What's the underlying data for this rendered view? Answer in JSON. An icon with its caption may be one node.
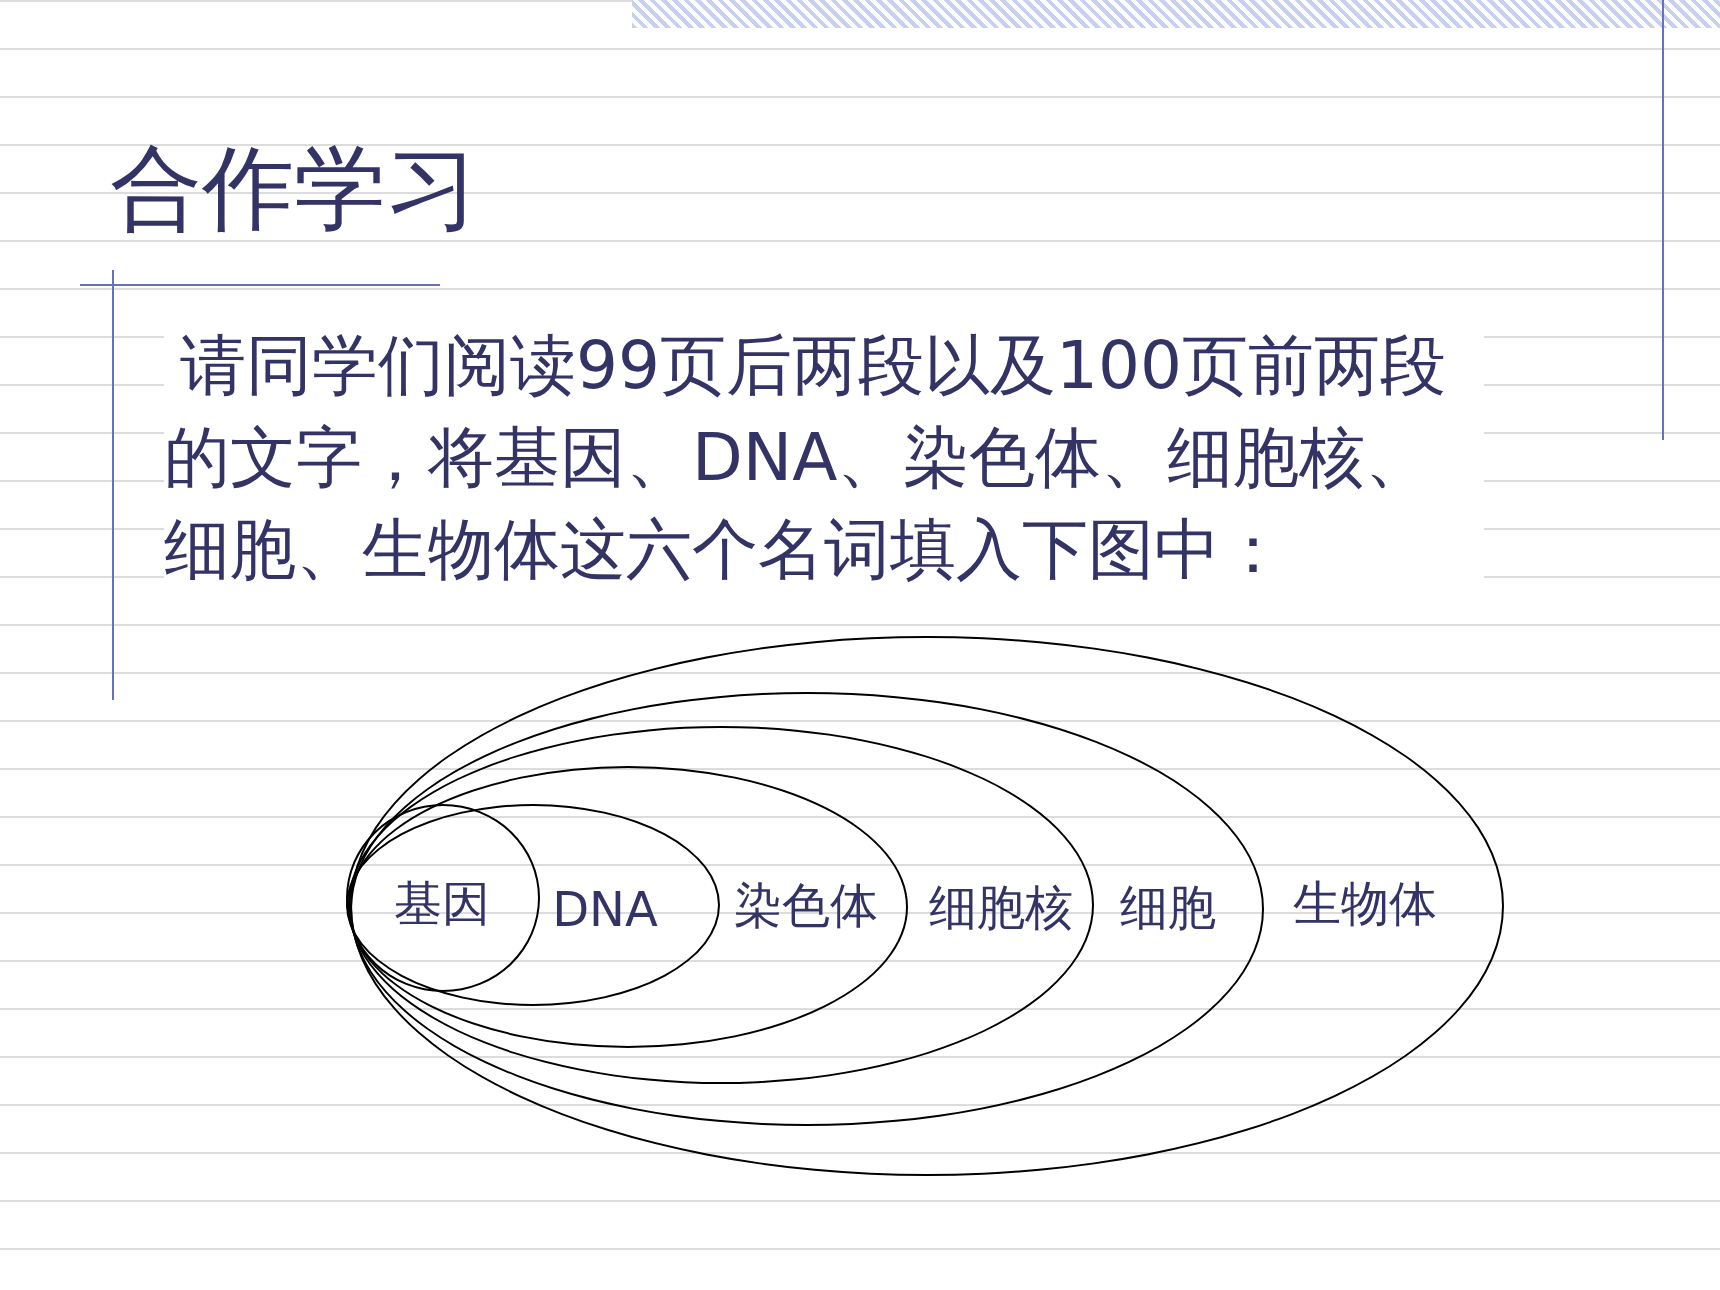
{
  "diagram": {
    "title": "合作学习",
    "nodes": [
      {
        "text": [
          "生物体"
        ]
      },
      {
        "text": [
          "细胞"
        ],
        "in": 0
      },
      {
        "text": [
          "细胞核"
        ],
        "in": 1
      },
      {
        "text": [
          "染色体"
        ],
        "in": 2
      },
      {
        "text": [
          "DNA"
        ],
        "in": 3
      },
      {
        "text": [
          "基因"
        ],
        "in": 4
      }
    ],
    "labels": [
      "请同学们阅读99页后两段以及100页前两段的文字，将基因、DNA、染色体、细胞核、细胞、生物体这六个名词填入下图中："
    ]
  }
}
